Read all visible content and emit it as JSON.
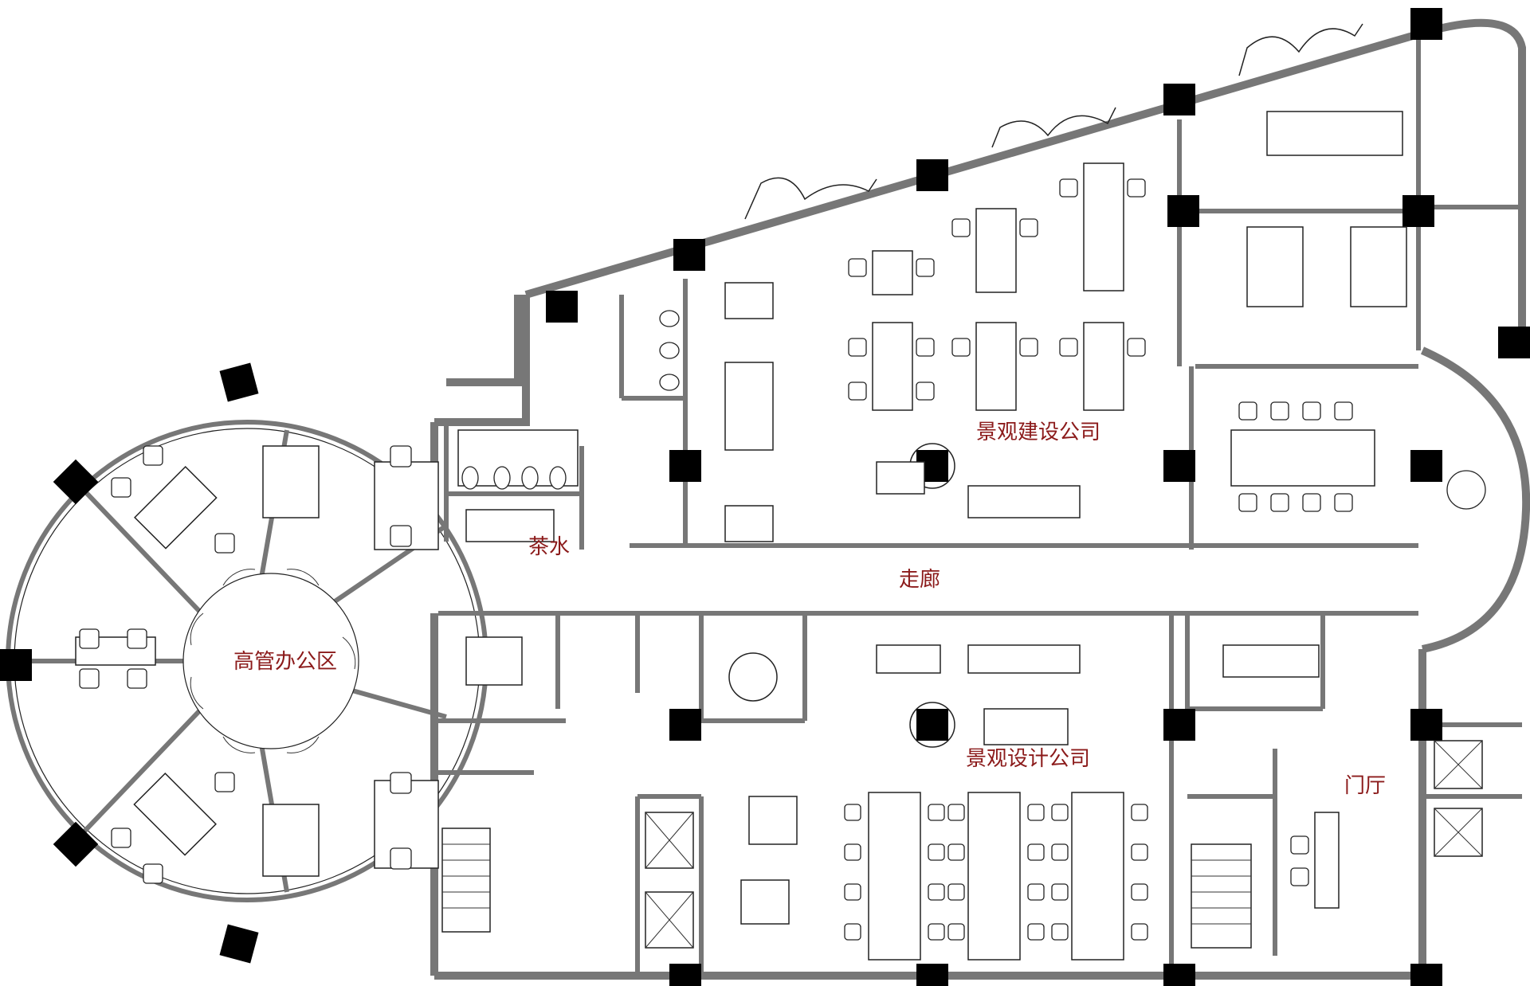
{
  "floorplan": {
    "rooms": {
      "landscape_construction": "景观建设公司",
      "landscape_design": "景观设计公司",
      "corridor": "走廊",
      "executive": "高管办公区",
      "tea": "茶水",
      "lobby": "门厅"
    },
    "colors": {
      "label": "#8b1a1a",
      "wall": "#777777",
      "column": "#000000",
      "line": "#222222"
    }
  }
}
